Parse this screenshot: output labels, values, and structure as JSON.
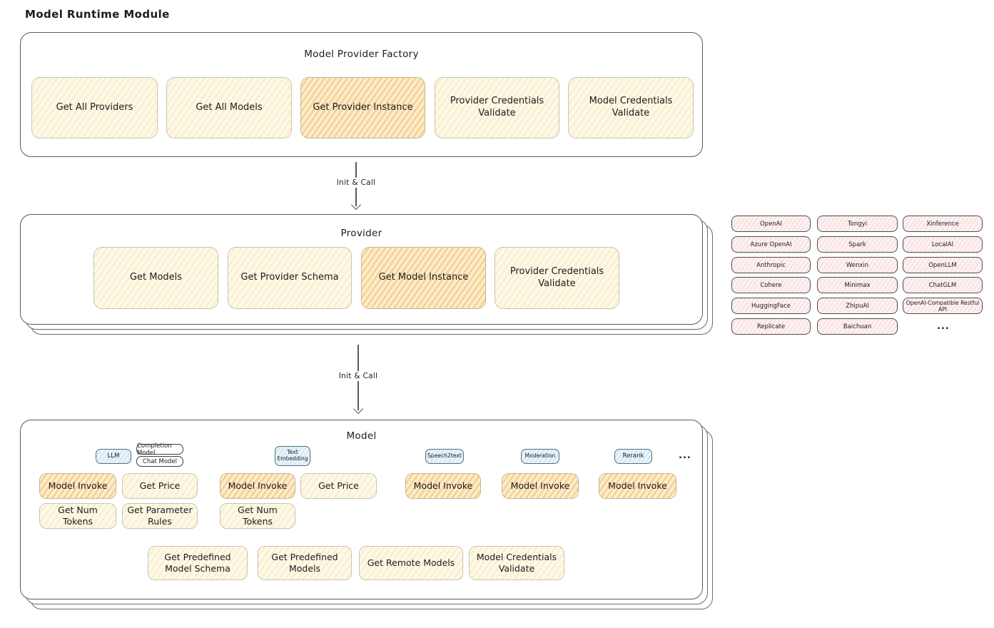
{
  "page_title": "Model Runtime Module",
  "colors": {
    "light_button": "#fdf9e7",
    "highlight_button": "#fbeccb",
    "provider_chip": "#fdf2f2",
    "tab_blue": "#eaf4fb",
    "line": "#5a5a5a"
  },
  "factory": {
    "title": "Model Provider Factory",
    "buttons": [
      {
        "label": "Get All Providers",
        "highlighted": false
      },
      {
        "label": "Get All Models",
        "highlighted": false
      },
      {
        "label": "Get Provider Instance",
        "highlighted": true
      },
      {
        "label": "Provider Credentials Validate",
        "highlighted": false
      },
      {
        "label": "Model Credentials Validate",
        "highlighted": false
      }
    ]
  },
  "arrow1": {
    "label": "Init & Call"
  },
  "arrow2": {
    "label": "Init & Call"
  },
  "provider": {
    "title": "Provider",
    "buttons": [
      {
        "label": "Get Models",
        "highlighted": false
      },
      {
        "label": "Get Provider Schema",
        "highlighted": false
      },
      {
        "label": "Get Model Instance",
        "highlighted": true
      },
      {
        "label": "Provider Credentials Validate",
        "highlighted": false
      }
    ]
  },
  "providers_panel": {
    "items": [
      "OpenAI",
      "Tongyi",
      "Xinference",
      "Azure OpenAI",
      "Spark",
      "LocalAI",
      "Anthropic",
      "Wenxin",
      "OpenLLM",
      "Cohere",
      "Minimax",
      "ChatGLM",
      "HuggingFace",
      "ZhipuAI",
      "OpenAI-Compatible Restful API",
      "Replicate",
      "Baichuan"
    ],
    "more": "..."
  },
  "model": {
    "title": "Model",
    "tabs": {
      "llm": "LLM",
      "completion": "Completion Model",
      "chat": "Chat Model",
      "text_embedding": "Text Embedding",
      "speech2text": "Speech2text",
      "moderation": "Moderation",
      "rerank": "Rerank",
      "more": "..."
    },
    "buttons": {
      "llm_invoke": "Model Invoke",
      "llm_price": "Get Price",
      "llm_tokens": "Get Num Tokens",
      "llm_params": "Get Parameter Rules",
      "te_invoke": "Model Invoke",
      "te_price": "Get Price",
      "te_tokens": "Get Num Tokens",
      "st_invoke": "Model Invoke",
      "mod_invoke": "Model Invoke",
      "rr_invoke": "Model Invoke"
    },
    "bottom": [
      "Get Predefined Model Schema",
      "Get Predefined Models",
      "Get Remote Models",
      "Model Credentials Validate"
    ]
  }
}
